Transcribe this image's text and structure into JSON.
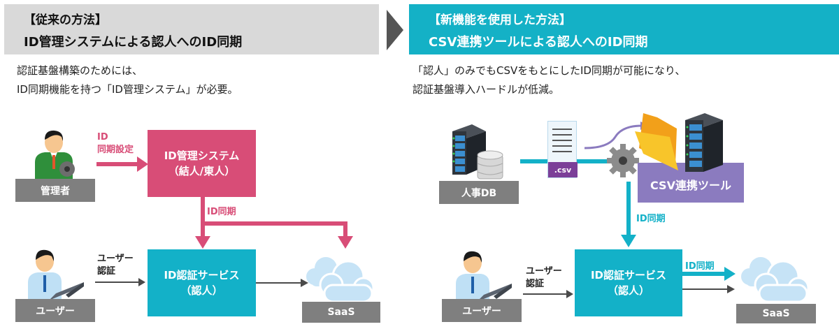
{
  "left_panel": {
    "header": {
      "line1": "【従来の方法】",
      "line2": "ID管理システムによる認人へのID同期"
    },
    "description": {
      "line1": "認証基盤構築のためには、",
      "line2": "ID同期機能を持つ「ID管理システム」が必要。"
    },
    "nodes": {
      "admin_label": "管理者",
      "user_label": "ユーザー",
      "id_mgmt_line1": "ID管理システム",
      "id_mgmt_line2": "（結人/東人）",
      "auth_service_line1": "ID認証サービス",
      "auth_service_line2": "（認人）",
      "saas_label": "SaaS"
    },
    "edges": {
      "admin_to_idmgmt_line1": "ID",
      "admin_to_idmgmt_line2": "同期設定",
      "idmgmt_sync": "ID同期",
      "user_auth_line1": "ユーザー",
      "user_auth_line2": "認証"
    }
  },
  "right_panel": {
    "header": {
      "line1": "【新機能を使用した方法】",
      "line2": "CSV連携ツールによる認人へのID同期"
    },
    "description": {
      "line1": "「認人」のみでもCSVをもとにしたID同期が可能になり、",
      "line2": "認証基盤導入ハードルが低減。"
    },
    "nodes": {
      "hr_db_label": "人事DB",
      "csv_file_ext": ".csv",
      "csv_tool_label": "CSV連携ツール",
      "user_label": "ユーザー",
      "auth_service_line1": "ID認証サービス",
      "auth_service_line2": "（認人）",
      "saas_label": "SaaS"
    },
    "edges": {
      "tool_to_auth_sync": "ID同期",
      "user_auth_line1": "ユーザー",
      "user_auth_line2": "認証",
      "auth_to_saas_sync": "ID同期"
    }
  },
  "colors": {
    "old_header_bg": "#d9d9d9",
    "new_header_bg": "#14b1c6",
    "pink": "#d84d77",
    "teal": "#13b1c8",
    "purple": "#8b7bbf",
    "label_gray": "#7f7f7f",
    "arrow_dark": "#4a4a4a"
  }
}
